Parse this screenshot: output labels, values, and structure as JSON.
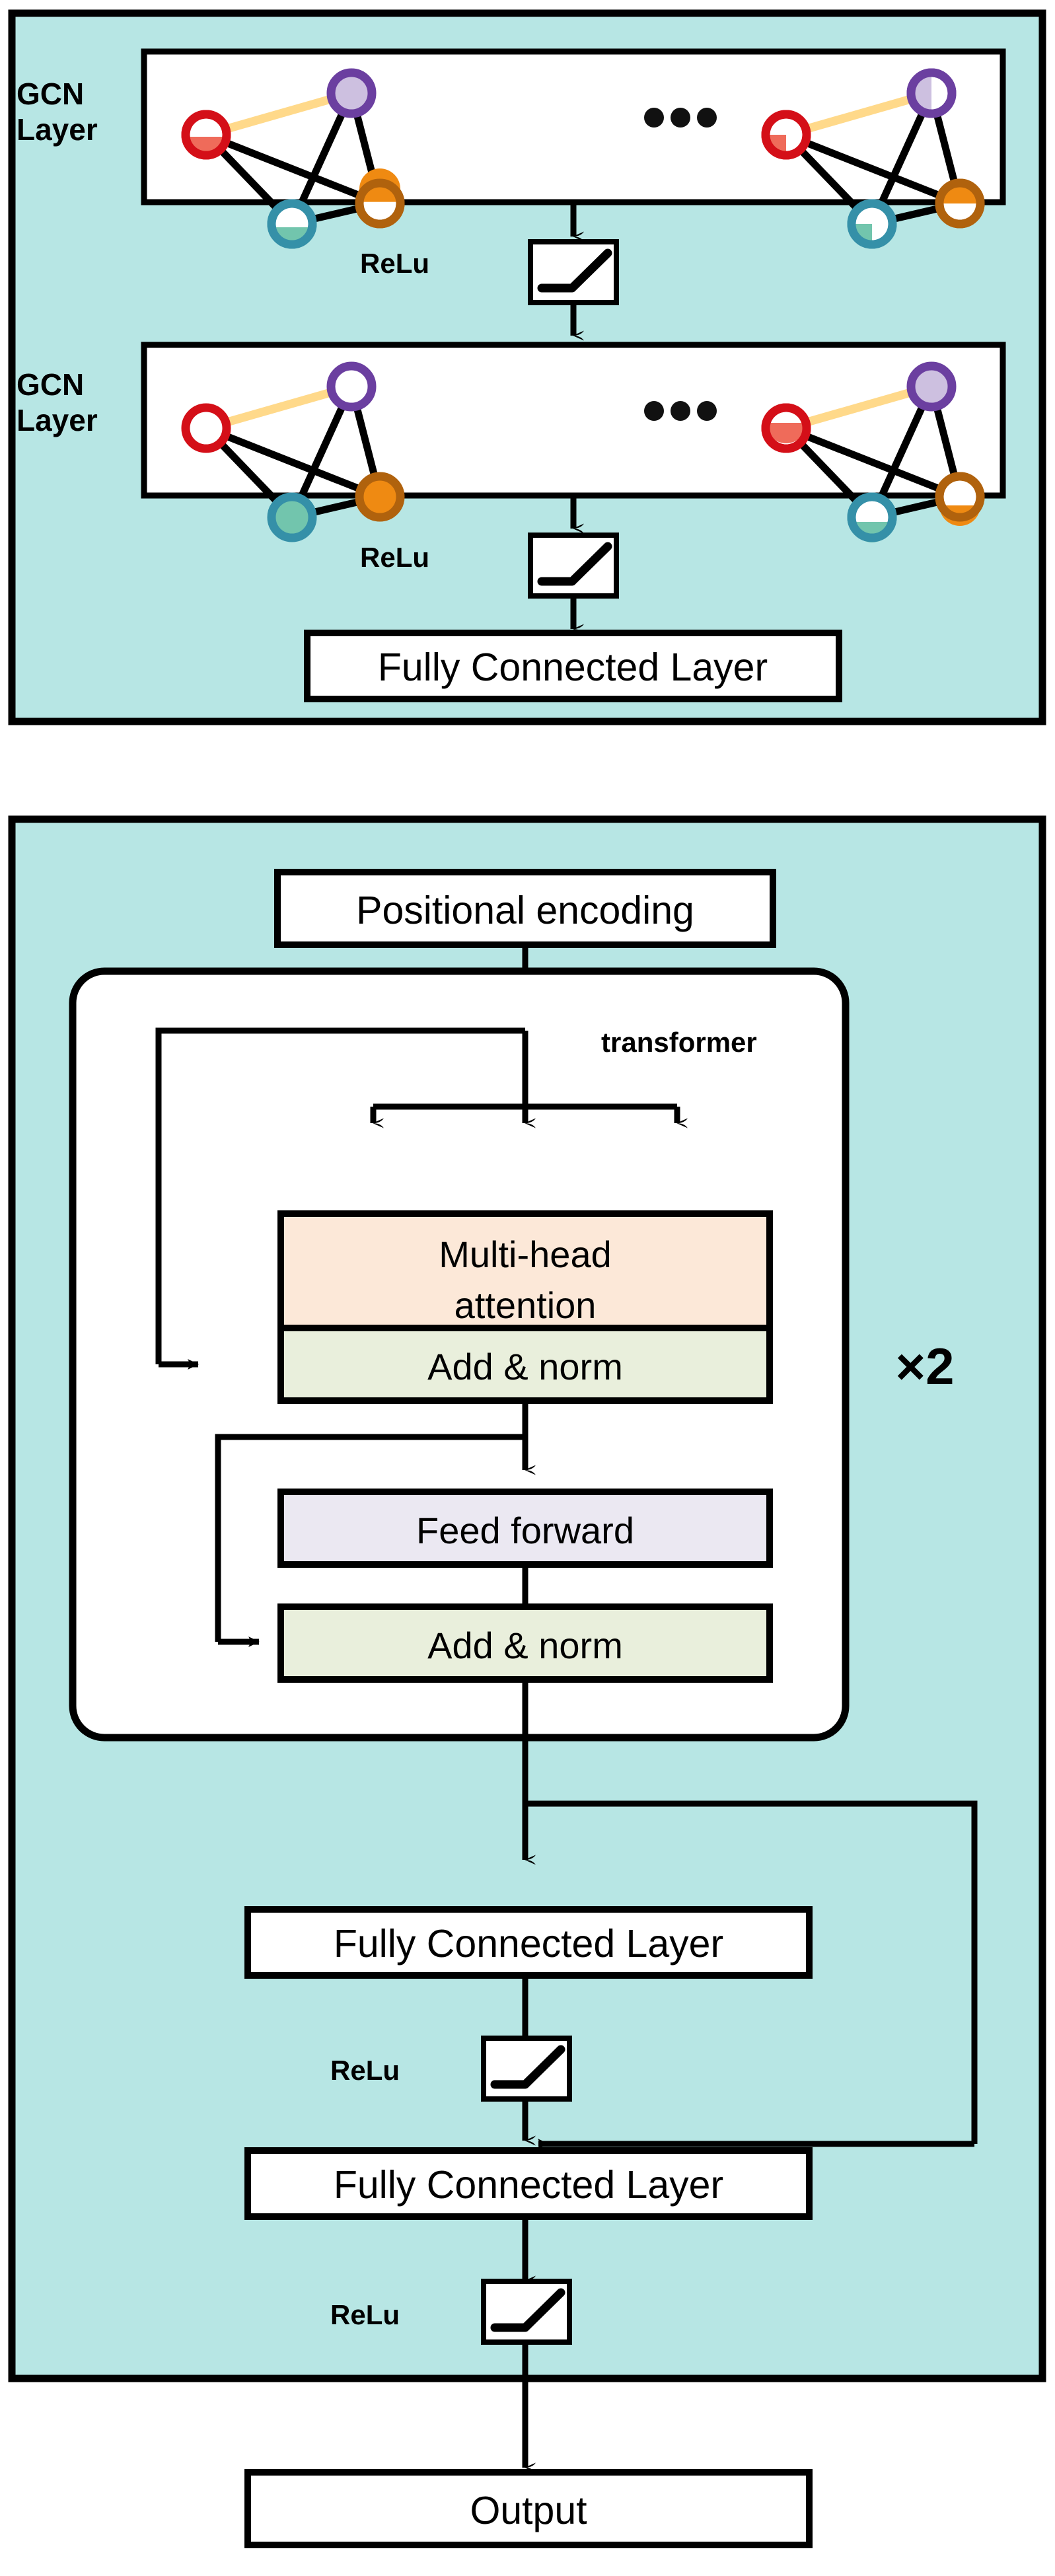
{
  "colors": {
    "panel_fill": "#b7e6e4",
    "panel_stroke": "#000000",
    "box_fill": "#ffffff",
    "attention_fill": "#fce8d8",
    "addnorm_fill": "#e9efdc",
    "feedforward_fill": "#ebe8f2",
    "node_red": "#d40f18",
    "node_red_fill": "#ef6b5a",
    "node_purple": "#6b3fa0",
    "node_purple_fill": "#cdc0e0",
    "node_teal": "#3590a8",
    "node_teal_fill": "#72c5ad",
    "node_orange": "#b0620d",
    "node_orange_fill": "#ef8a12",
    "edge_black": "#000000",
    "edge_yellow": "#ffd98a"
  },
  "gcn_panel": {
    "name": "gcn-panel",
    "layers": [
      {
        "label_line1": "GCN",
        "label_line2": "Layer",
        "ellipsis": "•••",
        "graphs": [
          {
            "id": "graph-1-left",
            "nodes": [
              {
                "name": "node-red",
                "color": "node_red",
                "fill": "node_red_fill",
                "level": 0.45,
                "mode": "bottom"
              },
              {
                "name": "node-purple",
                "color": "node_purple",
                "fill": "node_purple_fill",
                "level": 0.85,
                "mode": "bottom"
              },
              {
                "name": "node-teal",
                "color": "node_teal",
                "fill": "node_teal_fill",
                "level": 0.4,
                "mode": "bottom"
              },
              {
                "name": "node-orange",
                "color": "node_orange",
                "fill": "node_orange_fill",
                "level": 0.8,
                "mode": "bottom"
              }
            ]
          },
          {
            "id": "graph-1-right",
            "nodes": [
              {
                "name": "node-red",
                "color": "node_red",
                "fill": "node_red_fill",
                "level": 0.3,
                "mode": "quarter"
              },
              {
                "name": "node-purple",
                "color": "node_purple",
                "fill": "node_purple_fill",
                "level": 0.6,
                "mode": "quarter"
              },
              {
                "name": "node-teal",
                "color": "node_teal",
                "fill": "node_teal_fill",
                "level": 0.3,
                "mode": "quarter"
              },
              {
                "name": "node-orange",
                "color": "node_orange",
                "fill": "node_orange_fill",
                "level": 0.7,
                "mode": "quarter"
              }
            ]
          }
        ]
      },
      {
        "label_line1": "GCN",
        "label_line2": "Layer",
        "ellipsis": "•••",
        "graphs": [
          {
            "id": "graph-2-left",
            "nodes": [
              {
                "name": "node-red",
                "color": "node_red",
                "fill": "node_red_fill",
                "level": 0.05,
                "mode": "bottom"
              },
              {
                "name": "node-purple",
                "color": "node_purple",
                "fill": "node_purple_fill",
                "level": 0.0,
                "mode": "bottom"
              },
              {
                "name": "node-teal",
                "color": "node_teal",
                "fill": "node_teal_fill",
                "level": 1.0,
                "mode": "bottom"
              },
              {
                "name": "node-orange",
                "color": "node_orange",
                "fill": "node_orange_fill",
                "level": 1.0,
                "mode": "bottom"
              }
            ]
          },
          {
            "id": "graph-2-right",
            "nodes": [
              {
                "name": "node-red",
                "color": "node_red",
                "fill": "node_red_fill",
                "level": 0.55,
                "mode": "bottom"
              },
              {
                "name": "node-purple",
                "color": "node_purple",
                "fill": "node_purple_fill",
                "level": 0.9,
                "mode": "bottom"
              },
              {
                "name": "node-teal",
                "color": "node_teal",
                "fill": "node_teal_fill",
                "level": 0.35,
                "mode": "bottom"
              },
              {
                "name": "node-orange",
                "color": "node_orange",
                "fill": "node_orange_fill",
                "level": 0.2,
                "mode": "bottom"
              }
            ]
          }
        ]
      }
    ],
    "relu_1": "ReLu",
    "relu_2": "ReLu",
    "fc_layer": "Fully Connected Layer"
  },
  "transformer_panel": {
    "name": "transformer-panel",
    "positional_encoding": "Positional encoding",
    "transformer_label": "transformer",
    "multi_head_line1": "Multi-head",
    "multi_head_line2": "attention",
    "add_norm_1": "Add & norm",
    "feed_forward": "Feed forward",
    "add_norm_2": "Add & norm",
    "repeat_label": "×2",
    "fc_layer_1": "Fully Connected Layer",
    "relu_1": "ReLu",
    "fc_layer_2": "Fully Connected Layer",
    "relu_2": "ReLu"
  },
  "output": {
    "label": "Output"
  }
}
